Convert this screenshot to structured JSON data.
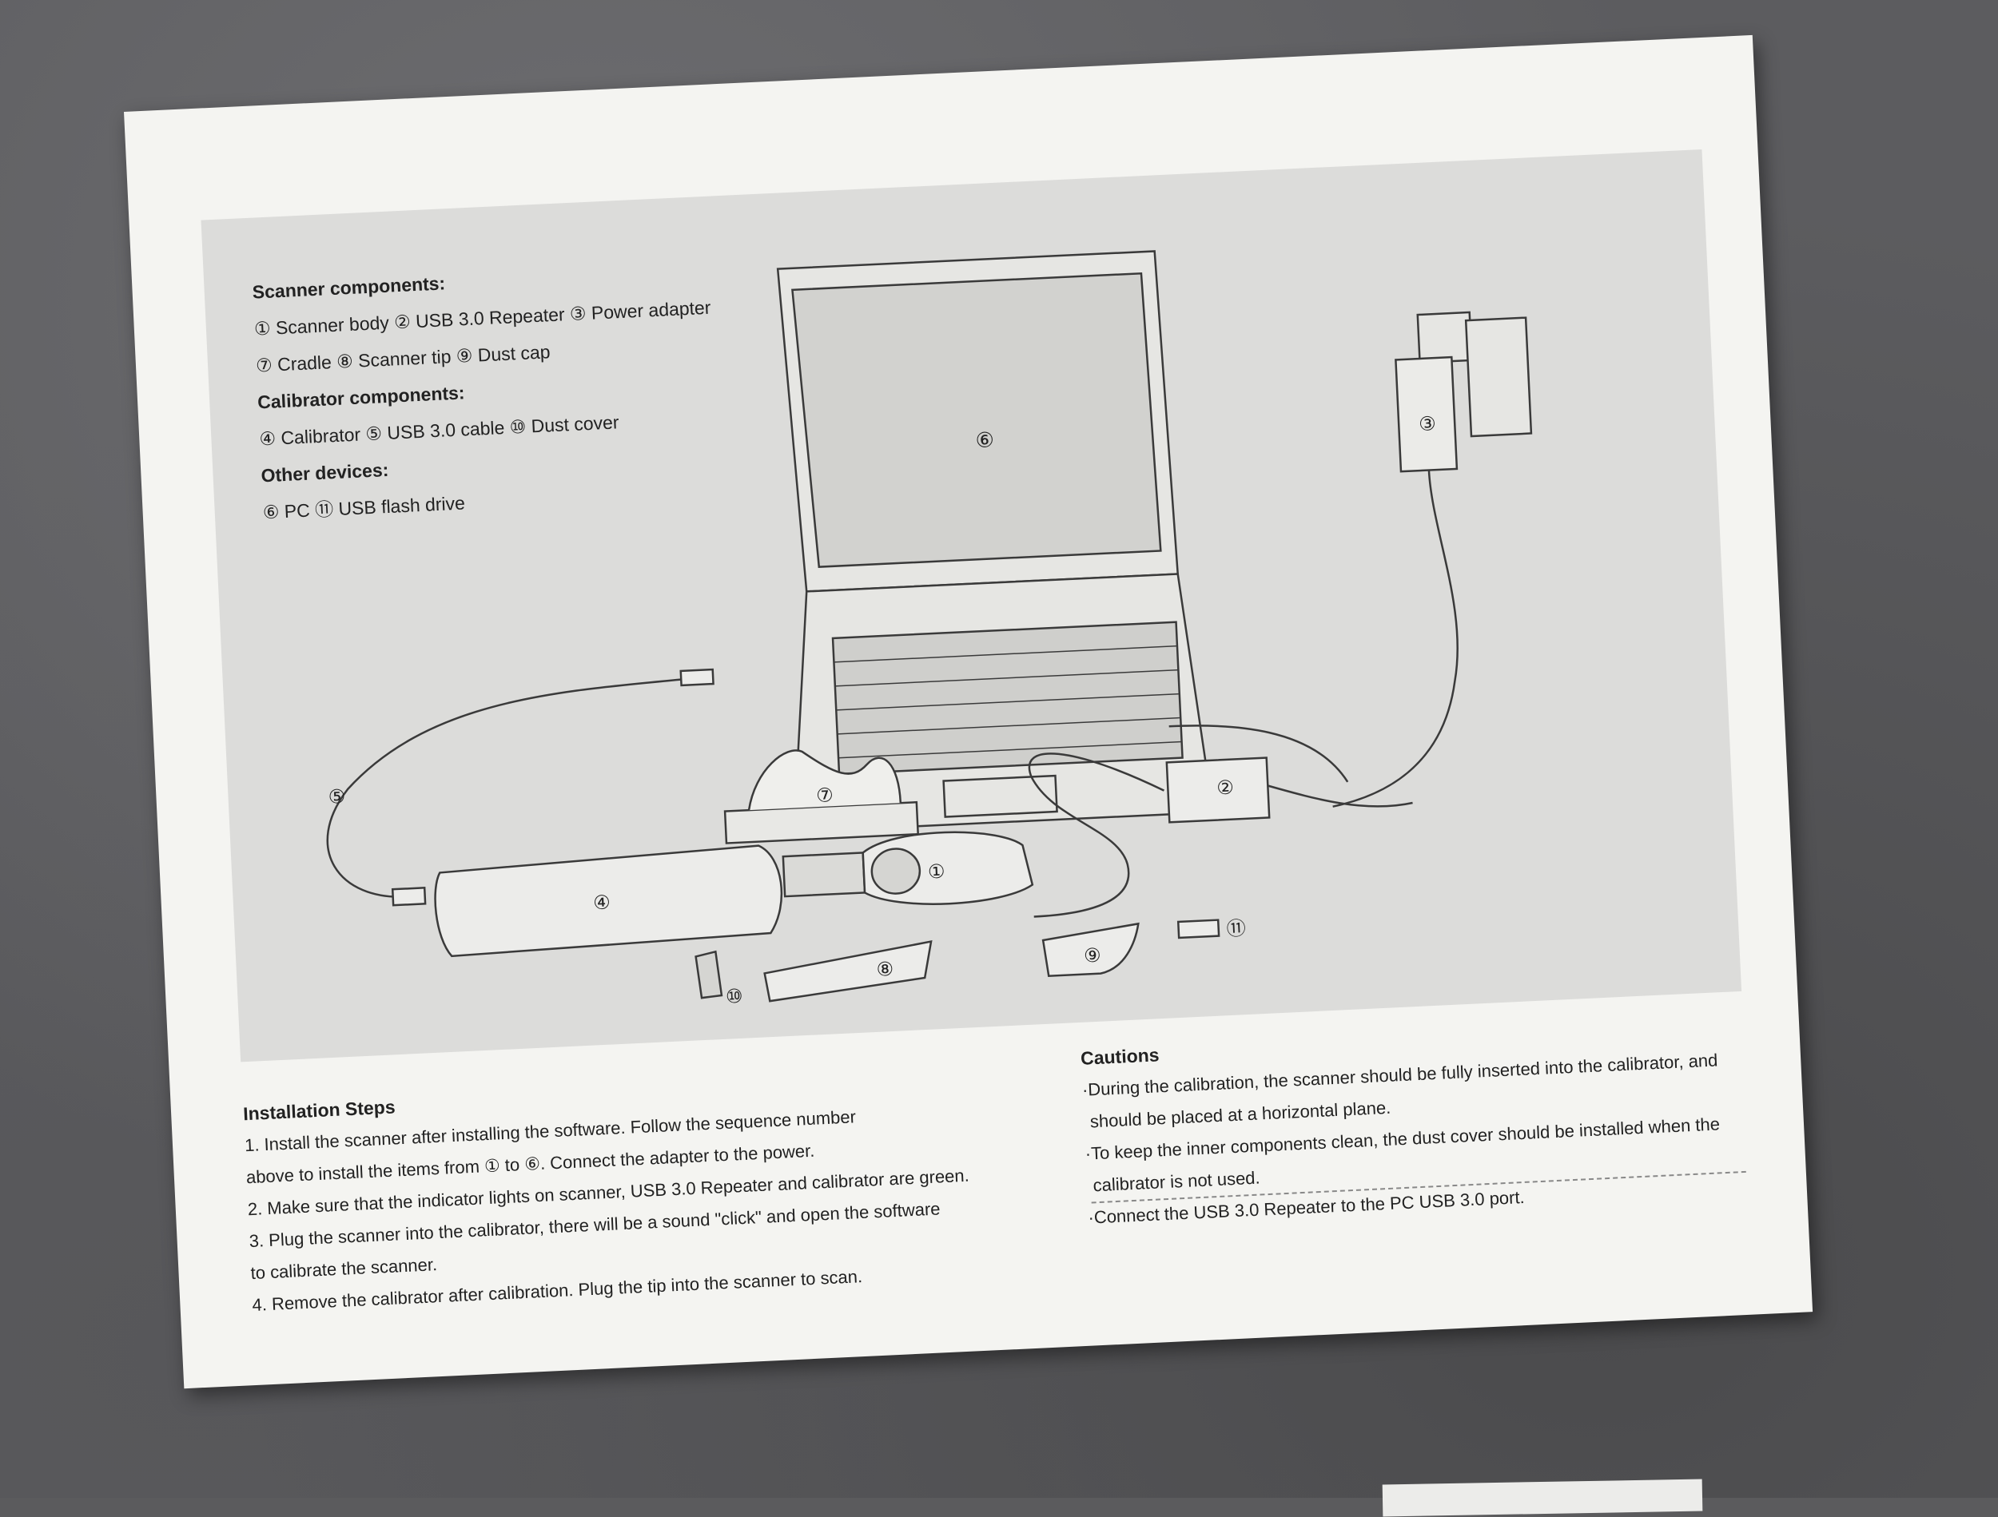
{
  "components": {
    "scanner_title": "Scanner components:",
    "scanner_line1": "① Scanner body  ② USB 3.0 Repeater  ③ Power adapter",
    "scanner_line2": "⑦ Cradle  ⑧ Scanner tip  ⑨ Dust cap",
    "calibrator_title": "Calibrator components:",
    "calibrator_line1": "④ Calibrator  ⑤ USB 3.0 cable  ⑩ Dust cover",
    "other_title": "Other devices:",
    "other_line1": "⑥ PC  ⑪ USB flash drive"
  },
  "diagram_labels": {
    "scanner_body": "①",
    "usb_repeater": "②",
    "power_adapter": "③",
    "calibrator": "④",
    "usb_cable": "⑤",
    "pc": "⑥",
    "cradle": "⑦",
    "scanner_tip": "⑧",
    "dust_cap": "⑨",
    "dust_cover": "⑩",
    "usb_flash_drive": "⑪"
  },
  "installation": {
    "title": "Installation  Steps",
    "lines": [
      "1. Install the scanner after installing the software. Follow the sequence number",
      "above to install the items from ① to ⑥. Connect the adapter to the power.",
      "2. Make sure that the indicator lights on scanner, USB 3.0 Repeater and calibrator are green.",
      "3. Plug the scanner into the calibrator, there will be a sound \"click\" and open the software",
      "to calibrate the scanner.",
      "4. Remove the calibrator after calibration. Plug the tip into the scanner to scan."
    ]
  },
  "cautions": {
    "title": "Cautions",
    "lines": [
      "·During the calibration, the scanner should be fully inserted into the calibrator, and",
      "should be placed at a horizontal plane.",
      "·To keep the inner components clean, the dust cover should be installed when the",
      "calibrator is not used.",
      "·Connect the USB 3.0 Repeater to the PC USB 3.0 port."
    ]
  },
  "colors": {
    "panel": "#dcdcda",
    "card": "#f4f4f1",
    "background": "#5c5c5f",
    "line": "#3a3a3a"
  }
}
